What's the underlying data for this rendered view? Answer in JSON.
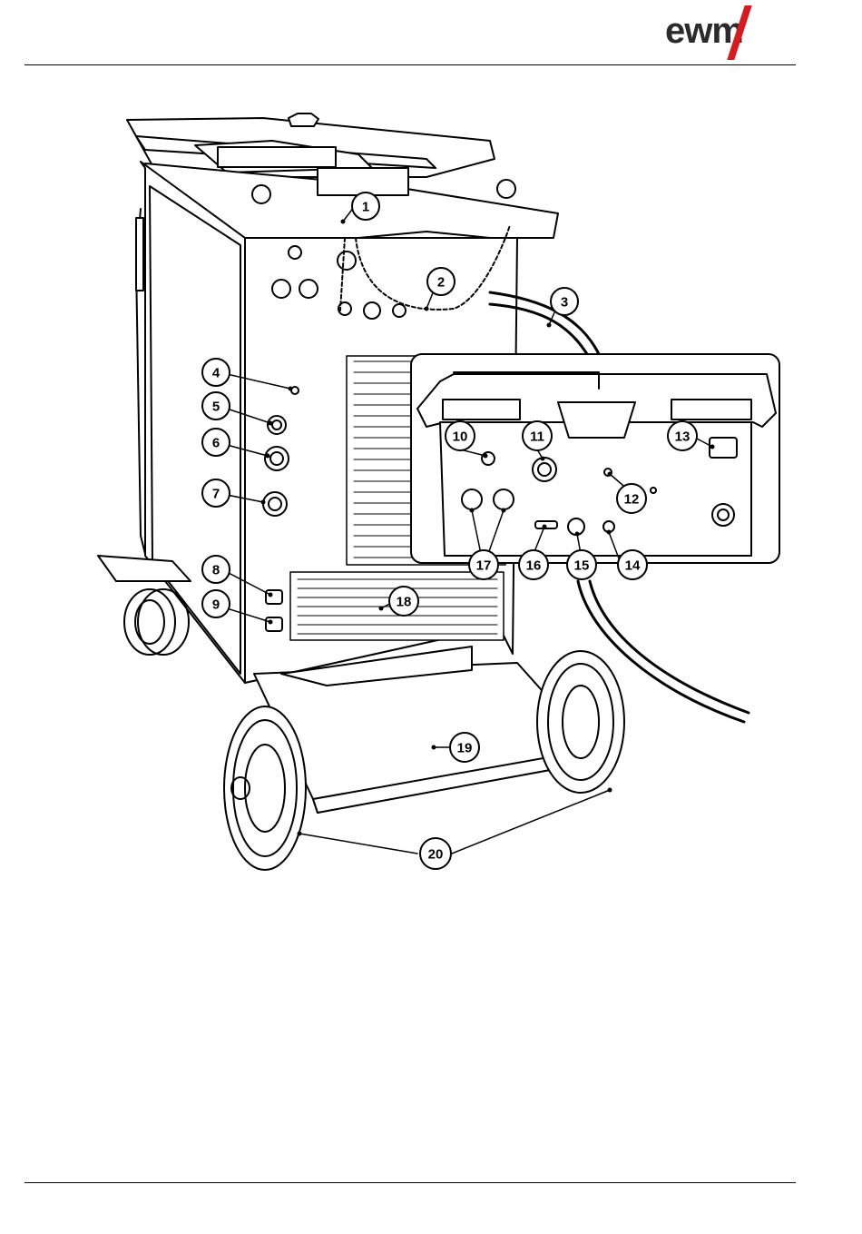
{
  "header": {
    "logo": {
      "text": "ewm",
      "accent_color": "#d71920"
    }
  },
  "figure": {
    "callouts": [
      {
        "number": "1"
      },
      {
        "number": "2"
      },
      {
        "number": "3"
      },
      {
        "number": "4"
      },
      {
        "number": "5"
      },
      {
        "number": "6"
      },
      {
        "number": "7"
      },
      {
        "number": "8"
      },
      {
        "number": "9"
      },
      {
        "number": "10"
      },
      {
        "number": "11"
      },
      {
        "number": "12"
      },
      {
        "number": "13"
      },
      {
        "number": "14"
      },
      {
        "number": "15"
      },
      {
        "number": "16"
      },
      {
        "number": "17"
      },
      {
        "number": "18"
      },
      {
        "number": "19"
      },
      {
        "number": "20"
      }
    ]
  }
}
